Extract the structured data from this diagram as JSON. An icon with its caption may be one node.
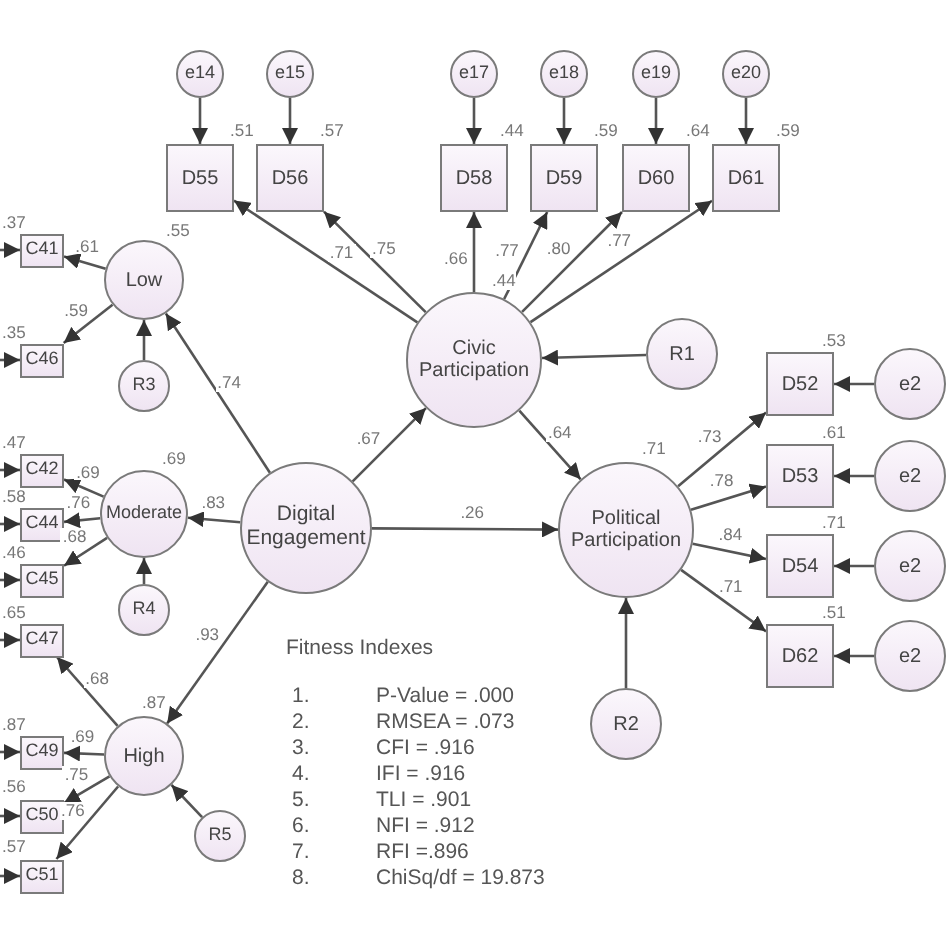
{
  "diagram": {
    "nodes": [
      {
        "text": [
          "e14"
        ]
      },
      {
        "text": [
          "e15"
        ]
      },
      {
        "text": [
          "e17"
        ]
      },
      {
        "text": [
          "e18"
        ]
      },
      {
        "text": [
          "e19"
        ]
      },
      {
        "text": [
          "e20"
        ]
      },
      {
        "text": [
          "D55"
        ],
        "beside": [
          ".51"
        ]
      },
      {
        "text": [
          "D56"
        ],
        "beside": [
          ".57"
        ]
      },
      {
        "text": [
          "D58"
        ],
        "beside": [
          ".44"
        ]
      },
      {
        "text": [
          "D59"
        ],
        "beside": [
          ".59"
        ]
      },
      {
        "text": [
          "D60"
        ],
        "beside": [
          ".64"
        ]
      },
      {
        "text": [
          "D61"
        ],
        "beside": [
          ".59"
        ]
      },
      {
        "text": [
          "C41"
        ],
        "beside": [
          ".37"
        ]
      },
      {
        "text": [
          "Low"
        ],
        "beside": [
          ".55"
        ]
      },
      {
        "text": [
          "C46"
        ],
        "beside": [
          ".35"
        ]
      },
      {
        "text": [
          "R3"
        ]
      },
      {
        "text": [
          "C42"
        ],
        "beside": [
          ".47"
        ]
      },
      {
        "text": [
          "C44"
        ],
        "beside": [
          ".58"
        ]
      },
      {
        "text": [
          "Moderate"
        ],
        "beside": [
          ".69"
        ]
      },
      {
        "text": [
          "C45"
        ],
        "beside": [
          ".46"
        ]
      },
      {
        "text": [
          "R4"
        ]
      },
      {
        "text": [
          "Digital Engagement"
        ]
      },
      {
        "text": [
          "Civic Participation"
        ],
        "beside": [
          ".44"
        ]
      },
      {
        "text": [
          "R1"
        ]
      },
      {
        "text": [
          "D52"
        ],
        "beside": [
          ".53"
        ]
      },
      {
        "text": [
          "e2"
        ]
      },
      {
        "text": [
          "D53"
        ],
        "beside": [
          ".61"
        ]
      },
      {
        "text": [
          "e2"
        ]
      },
      {
        "text": [
          "Political Participation"
        ],
        "beside": [
          ".71"
        ]
      },
      {
        "text": [
          "D54"
        ],
        "beside": [
          ".71"
        ]
      },
      {
        "text": [
          "e2"
        ]
      },
      {
        "text": [
          "C47"
        ],
        "beside": [
          ".65"
        ]
      },
      {
        "text": [
          "High"
        ],
        "beside": [
          ".87"
        ]
      },
      {
        "text": [
          "C49"
        ],
        "beside": [
          ".87"
        ]
      },
      {
        "text": [
          "D62"
        ],
        "beside": [
          ".51"
        ]
      },
      {
        "text": [
          "e2"
        ]
      },
      {
        "text": [
          "C50"
        ],
        "beside": [
          ".56"
        ]
      },
      {
        "text": [
          "R5"
        ]
      },
      {
        "text": [
          "C51"
        ],
        "beside": [
          ".57"
        ]
      },
      {
        "text": [
          "R2"
        ]
      }
    ],
    "edges": [
      {
        "from": 0,
        "to": 6,
        "arrow": "to"
      },
      {
        "from": 1,
        "to": 7,
        "arrow": "to"
      },
      {
        "from": 2,
        "to": 8,
        "arrow": "to"
      },
      {
        "from": 3,
        "to": 9,
        "arrow": "to"
      },
      {
        "from": 4,
        "to": 10,
        "arrow": "to"
      },
      {
        "from": 5,
        "to": 11,
        "arrow": "to"
      },
      {
        "from": 22,
        "to": 6,
        "arrow": "to",
        "label": ".71"
      },
      {
        "from": 22,
        "to": 7,
        "arrow": "to",
        "label": ".75"
      },
      {
        "from": 22,
        "to": 8,
        "arrow": "to",
        "label": ".66"
      },
      {
        "from": 22,
        "to": 9,
        "arrow": "to",
        "label": ".77"
      },
      {
        "from": 22,
        "to": 10,
        "arrow": "to",
        "label": ".80"
      },
      {
        "from": 22,
        "to": 11,
        "arrow": "to",
        "label": ".77"
      },
      {
        "from": 13,
        "to": 12,
        "arrow": "to",
        "label": ".61"
      },
      {
        "from": 13,
        "to": 14,
        "arrow": "to",
        "label": ".59"
      },
      {
        "from": 15,
        "to": 13,
        "arrow": "to"
      },
      {
        "from": null,
        "to": 12,
        "arrow": "to"
      },
      {
        "from": null,
        "to": 14,
        "arrow": "to"
      },
      {
        "from": 18,
        "to": 16,
        "arrow": "to",
        "label": ".69"
      },
      {
        "from": 18,
        "to": 17,
        "arrow": "to",
        "label": ".76"
      },
      {
        "from": 18,
        "to": 19,
        "arrow": "to",
        "label": ".68"
      },
      {
        "from": 20,
        "to": 18,
        "arrow": "to"
      },
      {
        "from": null,
        "to": 16,
        "arrow": "to"
      },
      {
        "from": null,
        "to": 17,
        "arrow": "to"
      },
      {
        "from": null,
        "to": 19,
        "arrow": "to"
      },
      {
        "from": 21,
        "to": 13,
        "arrow": "to",
        "label": ".74"
      },
      {
        "from": 21,
        "to": 18,
        "arrow": "to",
        "label": ".83"
      },
      {
        "from": 21,
        "to": 32,
        "arrow": "to",
        "label": ".93"
      },
      {
        "from": 21,
        "to": 22,
        "arrow": "to",
        "label": ".67"
      },
      {
        "from": 21,
        "to": 28,
        "arrow": "to",
        "label": ".26"
      },
      {
        "from": 23,
        "to": 22,
        "arrow": "to"
      },
      {
        "from": 22,
        "to": 28,
        "arrow": "to",
        "label": ".64"
      },
      {
        "from": 39,
        "to": 28,
        "arrow": "to"
      },
      {
        "from": 28,
        "to": 24,
        "arrow": "to",
        "label": ".73"
      },
      {
        "from": 28,
        "to": 26,
        "arrow": "to",
        "label": ".78"
      },
      {
        "from": 28,
        "to": 29,
        "arrow": "to",
        "label": ".84"
      },
      {
        "from": 28,
        "to": 34,
        "arrow": "to",
        "label": ".71"
      },
      {
        "from": 25,
        "to": 24,
        "arrow": "to"
      },
      {
        "from": 27,
        "to": 26,
        "arrow": "to"
      },
      {
        "from": 30,
        "to": 29,
        "arrow": "to"
      },
      {
        "from": 35,
        "to": 34,
        "arrow": "to"
      },
      {
        "from": 32,
        "to": 31,
        "arrow": "to",
        "label": ".68"
      },
      {
        "from": 32,
        "to": 33,
        "arrow": "to",
        "label": ".69"
      },
      {
        "from": 32,
        "to": 36,
        "arrow": "to",
        "label": ".75"
      },
      {
        "from": 32,
        "to": 38,
        "arrow": "to",
        "label": ".76"
      },
      {
        "from": 37,
        "to": 32,
        "arrow": "to"
      },
      {
        "from": null,
        "to": 31,
        "arrow": "to"
      },
      {
        "from": null,
        "to": 33,
        "arrow": "to"
      },
      {
        "from": null,
        "to": 36,
        "arrow": "to"
      },
      {
        "from": null,
        "to": 38,
        "arrow": "to"
      }
    ],
    "labels": [
      "Fitness Indexes",
      "1.",
      "P-Value = .000",
      "2.",
      "RMSEA = .073",
      "3.",
      "CFI = .916",
      "4.",
      "IFI = .916",
      "5.",
      "TLI = .901",
      "6.",
      "NFI = .912",
      "7.",
      "RFI =.896",
      "8.",
      "ChiSq/df = 19.873"
    ]
  }
}
